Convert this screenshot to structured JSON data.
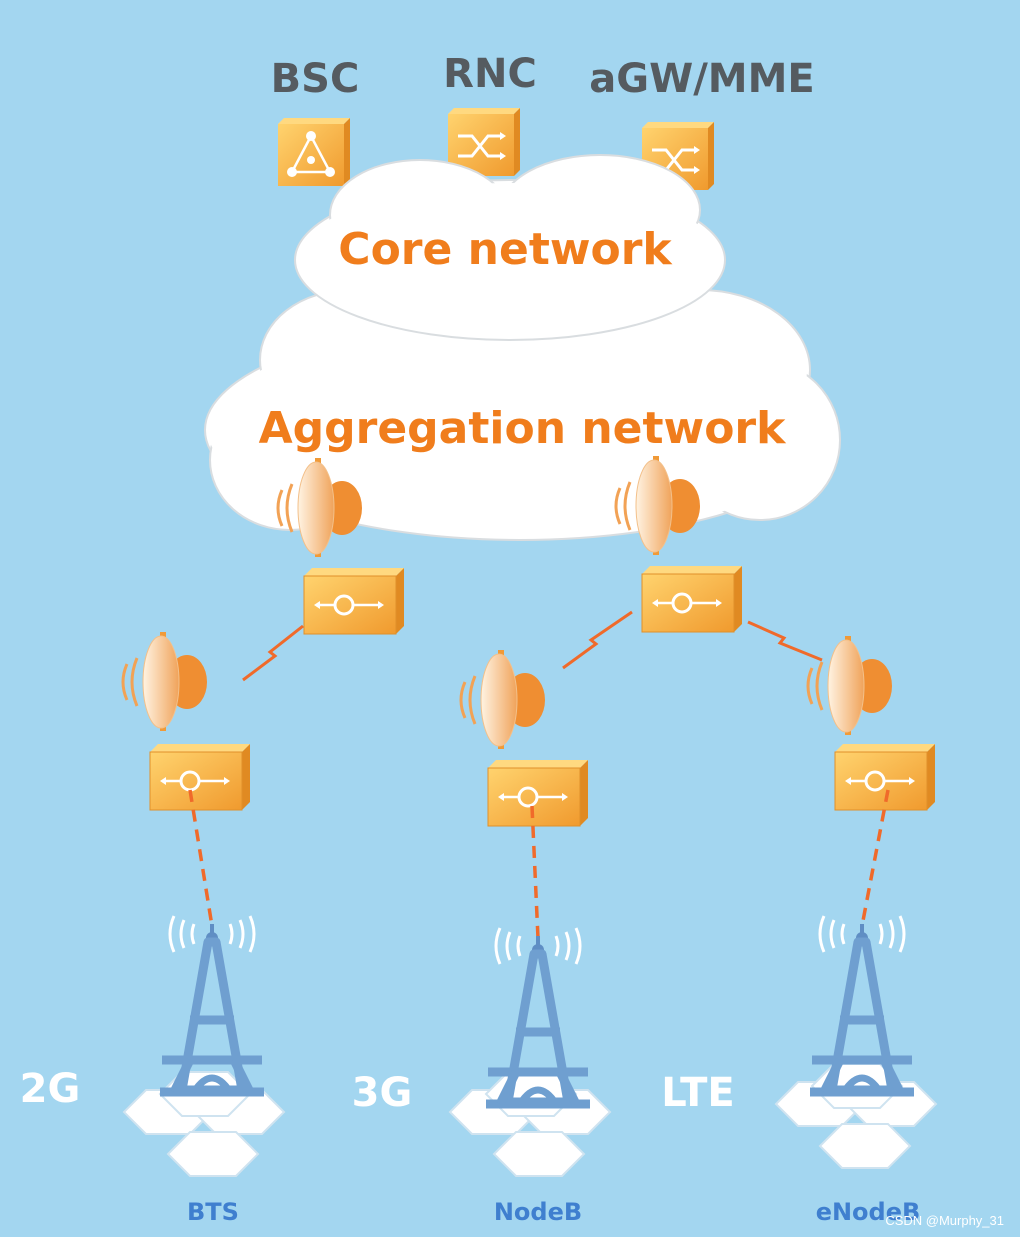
{
  "controllers": [
    {
      "label": "BSC",
      "icon": "bsc-icon"
    },
    {
      "label": "RNC",
      "icon": "rnc-icon"
    },
    {
      "label": "aGW/MME",
      "icon": "mme-icon"
    }
  ],
  "clouds": {
    "core": "Core network",
    "aggregation": "Aggregation network"
  },
  "generations": [
    "2G",
    "3G",
    "LTE"
  ],
  "base_stations": [
    "BTS",
    "NodeB",
    "eNodeB"
  ],
  "watermark": "CSDN @Murphy_31",
  "colors": {
    "background": "#a3d6f0",
    "accent": "#f07d1c",
    "device": "#f5b04a",
    "tower": "#6f9fd0",
    "controller_text": "#555b60",
    "base_station_text": "#3f7fcf"
  }
}
